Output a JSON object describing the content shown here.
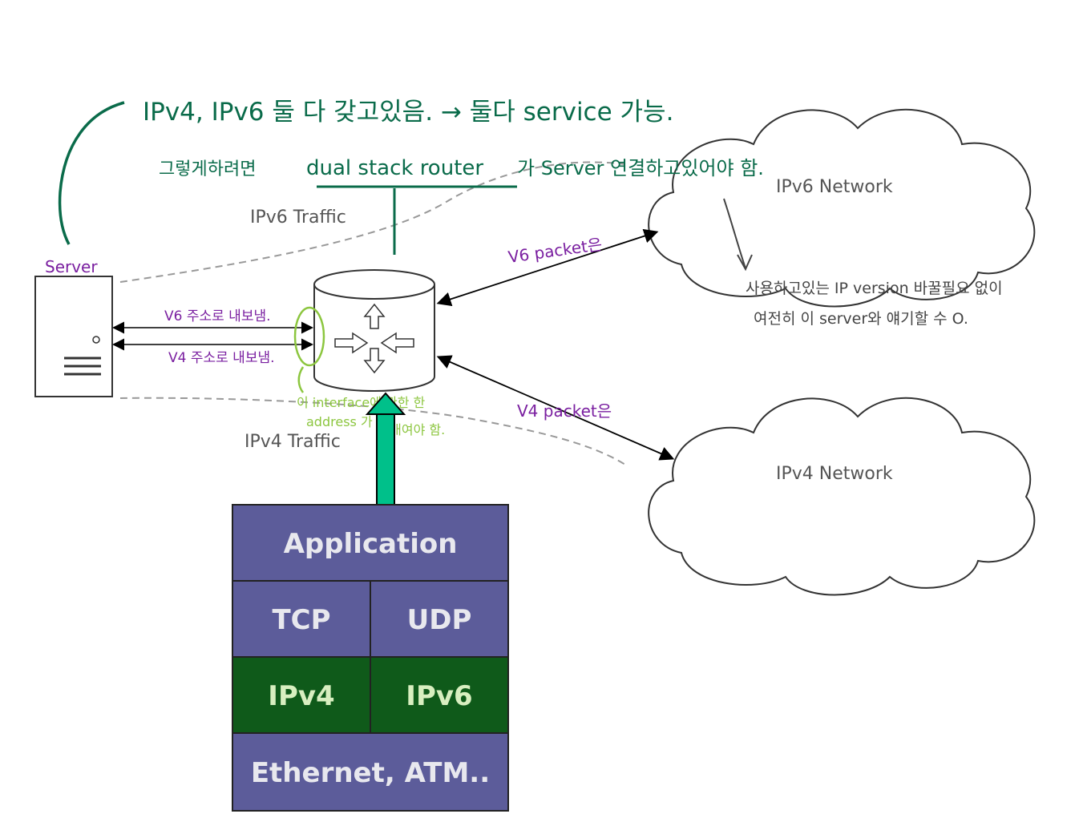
{
  "colors": {
    "annotation_green": "#0a6b4a",
    "annotation_purple": "#7a1fa0",
    "annotation_lime": "#8cc63f",
    "stack_purple": "#5c5c9a",
    "stack_green": "#0f5a1a",
    "arrow_teal": "#00c08a"
  },
  "diagram": {
    "server_label": "Server",
    "ipv6_network": "IPv6 Network",
    "ipv4_network": "IPv4 Network",
    "ipv6_traffic": "IPv6 Traffic",
    "ipv4_traffic": "IPv4 Traffic",
    "v6_packet": "V6 packet은",
    "v4_packet": "V4 packet은",
    "v6_send": "V6 주소로 내보냄.",
    "v4_send": "V4 주소로 내보냄."
  },
  "notes": {
    "line1": "IPv4, IPv6 둘 다 갖고있음. → 둘다 service 가능.",
    "line2_prefix": "그렇게하려면",
    "line2_underlined": "dual stack router",
    "line2_suffix": "가 Server 연결하고있어야 함.",
    "interface_line1": "이 interface에 관한 한",
    "interface_line2": "address 가",
    "interface_line3": "2개여야 함.",
    "side_line1": "사용하고있는 IP version 바꿀필요 없이",
    "side_line2": "여전히 이 server와 얘기할 수 O."
  },
  "stack": {
    "application": "Application",
    "tcp": "TCP",
    "udp": "UDP",
    "ipv4": "IPv4",
    "ipv6": "IPv6",
    "link": "Ethernet, ATM.."
  }
}
